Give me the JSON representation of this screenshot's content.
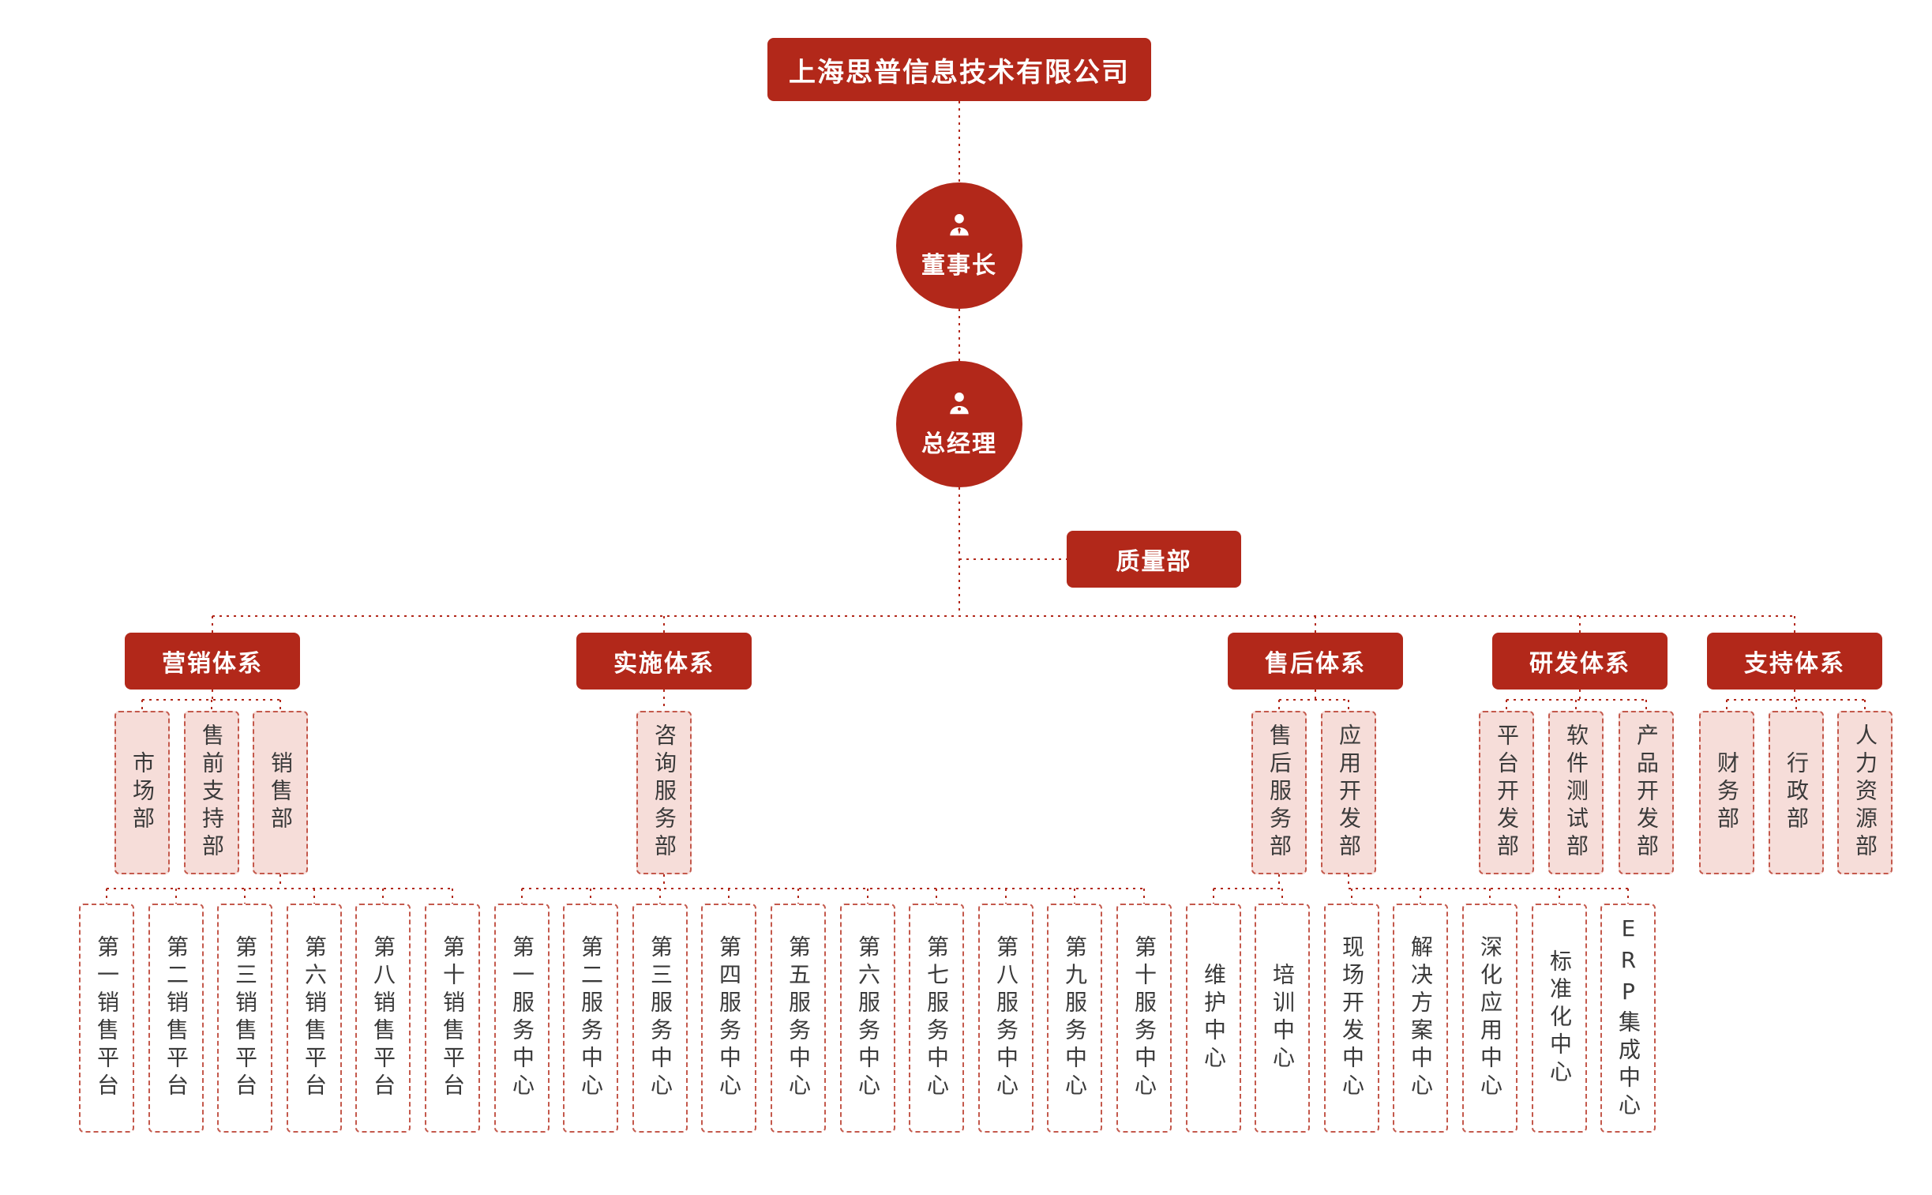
{
  "company": "上海思普信息技术有限公司",
  "chairman": "董事长",
  "general_manager": "总经理",
  "quality_dept": "质量部",
  "colors": {
    "primary": "#B2281A",
    "pink_fill": "#F6DDD9"
  },
  "branches": {
    "marketing": {
      "label": "营销体系",
      "depts": [
        "市场部",
        "售前支持部",
        "销售部"
      ],
      "platforms": [
        "第一销售平台",
        "第二销售平台",
        "第三销售平台",
        "第六销售平台",
        "第八销售平台",
        "第十销售平台"
      ]
    },
    "implementation": {
      "label": "实施体系",
      "depts": [
        "咨询服务部"
      ],
      "centers": [
        "第一服务中心",
        "第二服务中心",
        "第三服务中心",
        "第四服务中心",
        "第五服务中心",
        "第六服务中心",
        "第七服务中心",
        "第八服务中心",
        "第九服务中心",
        "第十服务中心"
      ]
    },
    "aftersales": {
      "label": "售后体系",
      "depts": [
        "售后服务部",
        "应用开发部"
      ],
      "aftersales_centers": [
        "维护中心",
        "培训中心"
      ],
      "appdev_centers": [
        "现场开发中心",
        "解决方案中心",
        "深化应用中心",
        "标准化中心",
        "ERP集成中心"
      ]
    },
    "rnd": {
      "label": "研发体系",
      "depts": [
        "平台开发部",
        "软件测试部",
        "产品开发部"
      ]
    },
    "support": {
      "label": "支持体系",
      "depts": [
        "财务部",
        "行政部",
        "人力资源部"
      ]
    }
  }
}
